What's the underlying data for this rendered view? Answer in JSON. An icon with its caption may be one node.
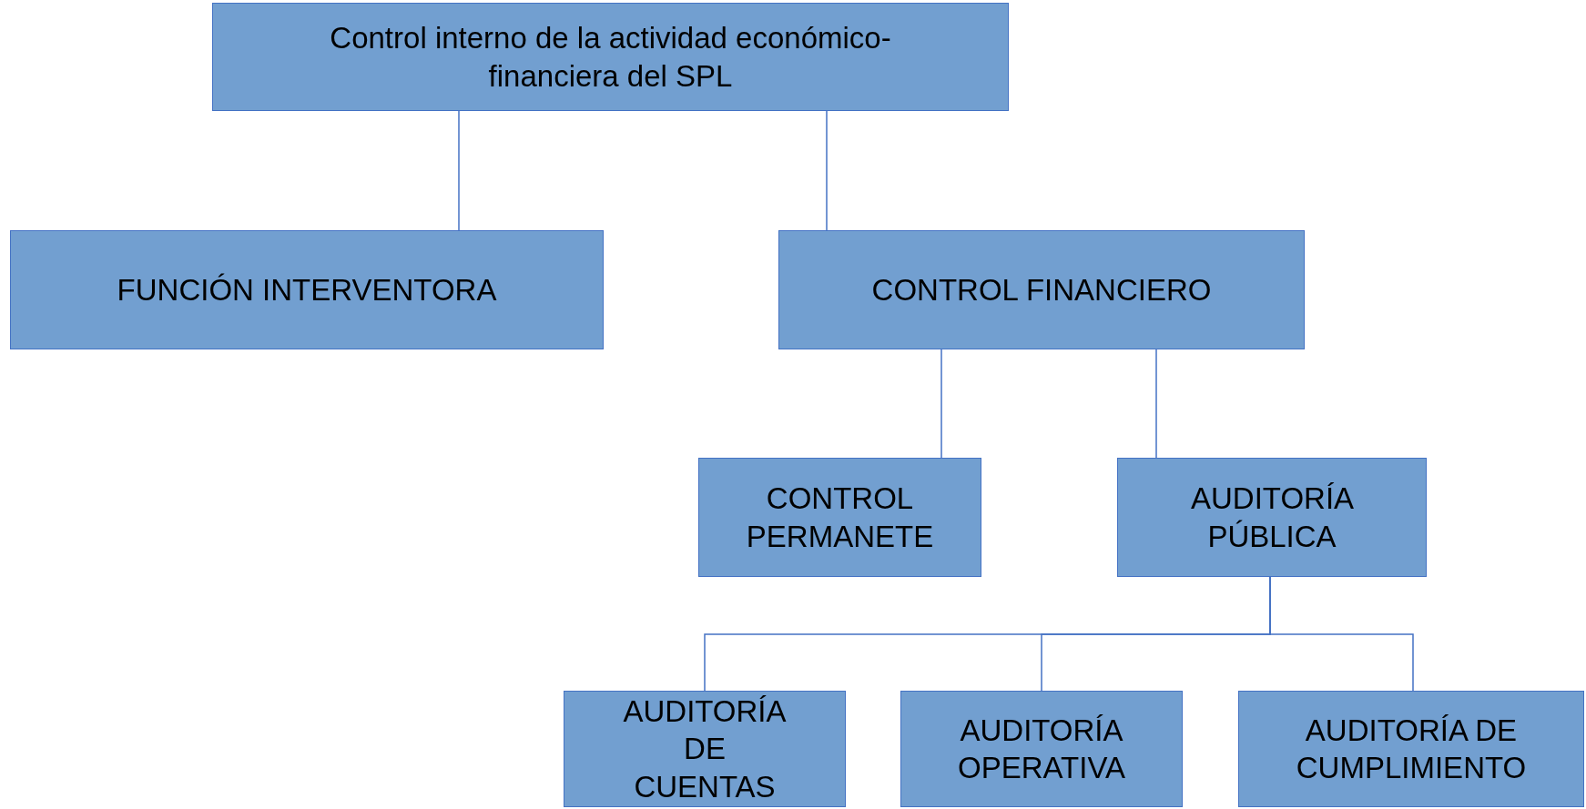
{
  "diagram": {
    "nodes": [
      {
        "text": [
          "Control interno de la actividad económico-financiera del SPL"
        ]
      },
      {
        "text": [
          "FUNCIÓN INTERVENTORA"
        ]
      },
      {
        "text": [
          "CONTROL FINANCIERO"
        ]
      },
      {
        "text": [
          "CONTROL PERMANETE"
        ]
      },
      {
        "text": [
          "AUDITORÍA PÚBLICA"
        ]
      },
      {
        "text": [
          "AUDITORÍA DE CUENTAS"
        ]
      },
      {
        "text": [
          "AUDITORÍA OPERATIVA"
        ]
      },
      {
        "text": [
          "AUDITORÍA DE CUMPLIMIENTO"
        ]
      }
    ],
    "edges": [
      {
        "from": 0,
        "to": 1,
        "arrow": "none"
      },
      {
        "from": 0,
        "to": 2,
        "arrow": "none"
      },
      {
        "from": 2,
        "to": 3,
        "arrow": "none"
      },
      {
        "from": 2,
        "to": 4,
        "arrow": "none"
      },
      {
        "from": 4,
        "to": 5,
        "arrow": "none"
      },
      {
        "from": 4,
        "to": 6,
        "arrow": "none"
      },
      {
        "from": 4,
        "to": 7,
        "arrow": "none"
      }
    ]
  }
}
